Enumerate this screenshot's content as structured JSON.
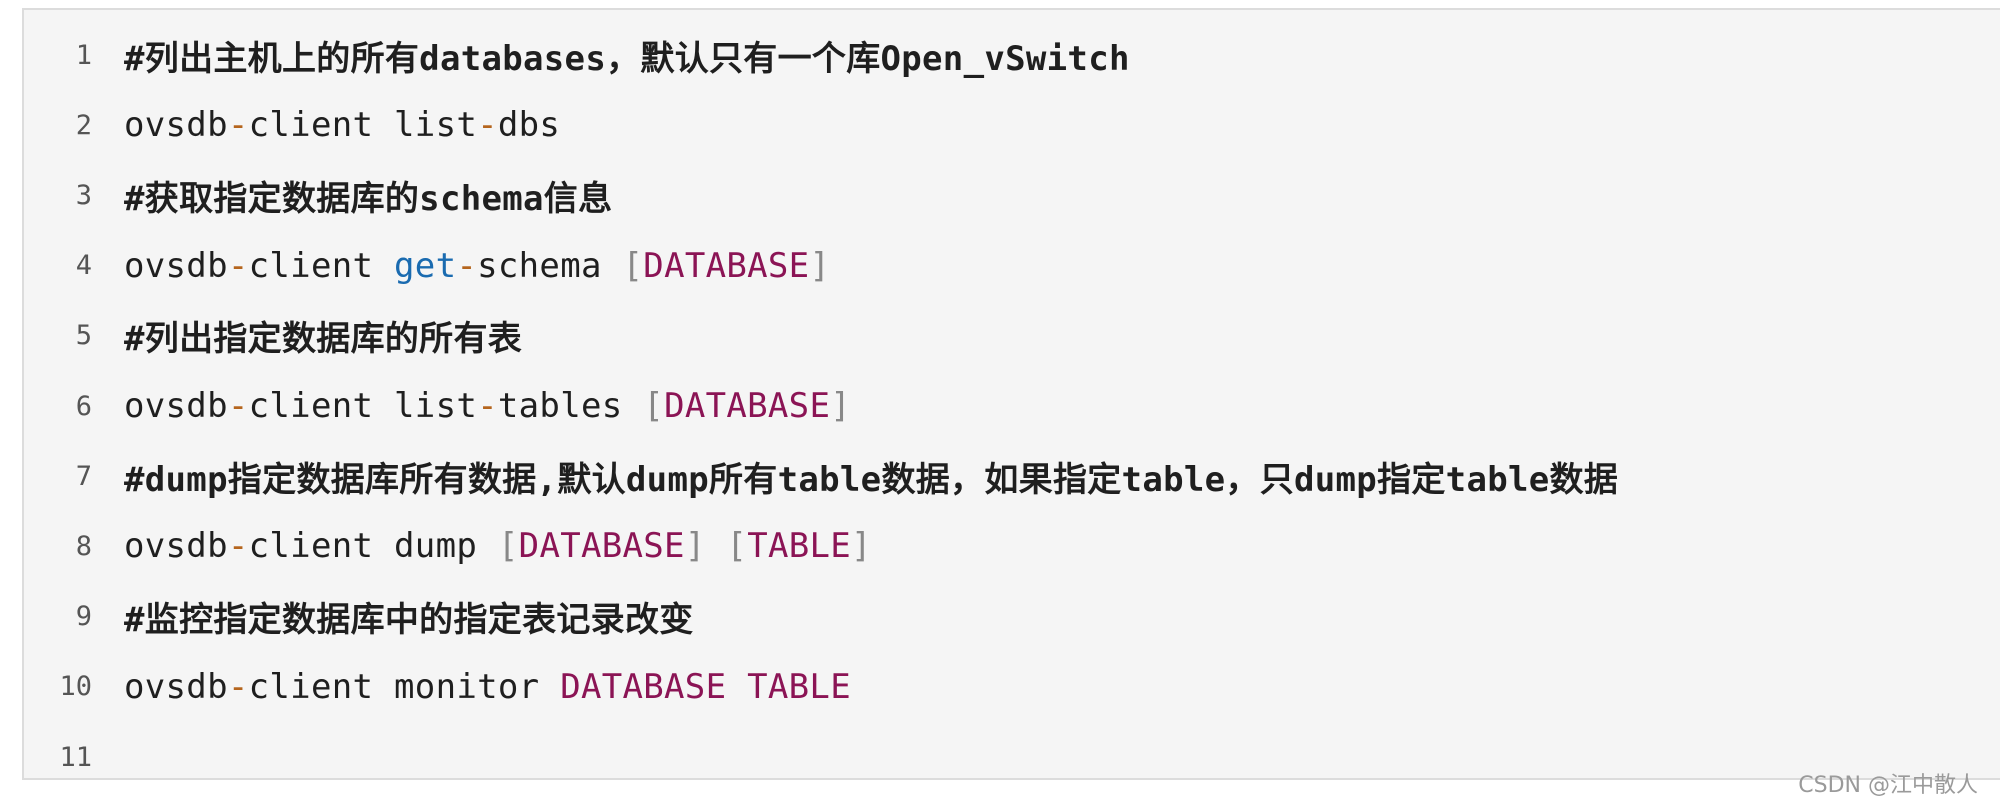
{
  "lines": [
    {
      "num": "1",
      "type": "comment",
      "text": "#列出主机上的所有databases，默认只有一个库Open_vSwitch"
    },
    {
      "num": "2",
      "type": "code",
      "tokens": [
        {
          "t": "ovsdb",
          "c": "plain"
        },
        {
          "t": "-",
          "c": "op"
        },
        {
          "t": "client list",
          "c": "plain"
        },
        {
          "t": "-",
          "c": "op"
        },
        {
          "t": "dbs",
          "c": "plain"
        }
      ]
    },
    {
      "num": "3",
      "type": "comment",
      "text": "#获取指定数据库的schema信息"
    },
    {
      "num": "4",
      "type": "code",
      "tokens": [
        {
          "t": "ovsdb",
          "c": "plain"
        },
        {
          "t": "-",
          "c": "op"
        },
        {
          "t": "client ",
          "c": "plain"
        },
        {
          "t": "get",
          "c": "kw"
        },
        {
          "t": "-",
          "c": "op"
        },
        {
          "t": "schema ",
          "c": "plain"
        },
        {
          "t": "[",
          "c": "br"
        },
        {
          "t": "DATABASE",
          "c": "const"
        },
        {
          "t": "]",
          "c": "br"
        }
      ]
    },
    {
      "num": "5",
      "type": "comment",
      "text": "#列出指定数据库的所有表"
    },
    {
      "num": "6",
      "type": "code",
      "tokens": [
        {
          "t": "ovsdb",
          "c": "plain"
        },
        {
          "t": "-",
          "c": "op"
        },
        {
          "t": "client list",
          "c": "plain"
        },
        {
          "t": "-",
          "c": "op"
        },
        {
          "t": "tables ",
          "c": "plain"
        },
        {
          "t": "[",
          "c": "br"
        },
        {
          "t": "DATABASE",
          "c": "const"
        },
        {
          "t": "]",
          "c": "br"
        }
      ]
    },
    {
      "num": "7",
      "type": "comment",
      "text": "#dump指定数据库所有数据,默认dump所有table数据，如果指定table，只dump指定table数据"
    },
    {
      "num": "8",
      "type": "code",
      "tokens": [
        {
          "t": "ovsdb",
          "c": "plain"
        },
        {
          "t": "-",
          "c": "op"
        },
        {
          "t": "client dump ",
          "c": "plain"
        },
        {
          "t": "[",
          "c": "br"
        },
        {
          "t": "DATABASE",
          "c": "const"
        },
        {
          "t": "]",
          "c": "br"
        },
        {
          "t": " ",
          "c": "plain"
        },
        {
          "t": "[",
          "c": "br"
        },
        {
          "t": "TABLE",
          "c": "const"
        },
        {
          "t": "]",
          "c": "br"
        }
      ]
    },
    {
      "num": "9",
      "type": "comment",
      "text": "#监控指定数据库中的指定表记录改变"
    },
    {
      "num": "10",
      "type": "code",
      "tokens": [
        {
          "t": "ovsdb",
          "c": "plain"
        },
        {
          "t": "-",
          "c": "op"
        },
        {
          "t": "client monitor ",
          "c": "plain"
        },
        {
          "t": "DATABASE TABLE",
          "c": "const"
        }
      ]
    },
    {
      "num": "11",
      "type": "empty",
      "text": ""
    }
  ],
  "watermark": "CSDN @江中散人",
  "colors": {
    "background": "#f5f5f5",
    "operator": "#b5651d",
    "keyword": "#1a6bb0",
    "bracket": "#888888",
    "constant": "#8b1455"
  }
}
